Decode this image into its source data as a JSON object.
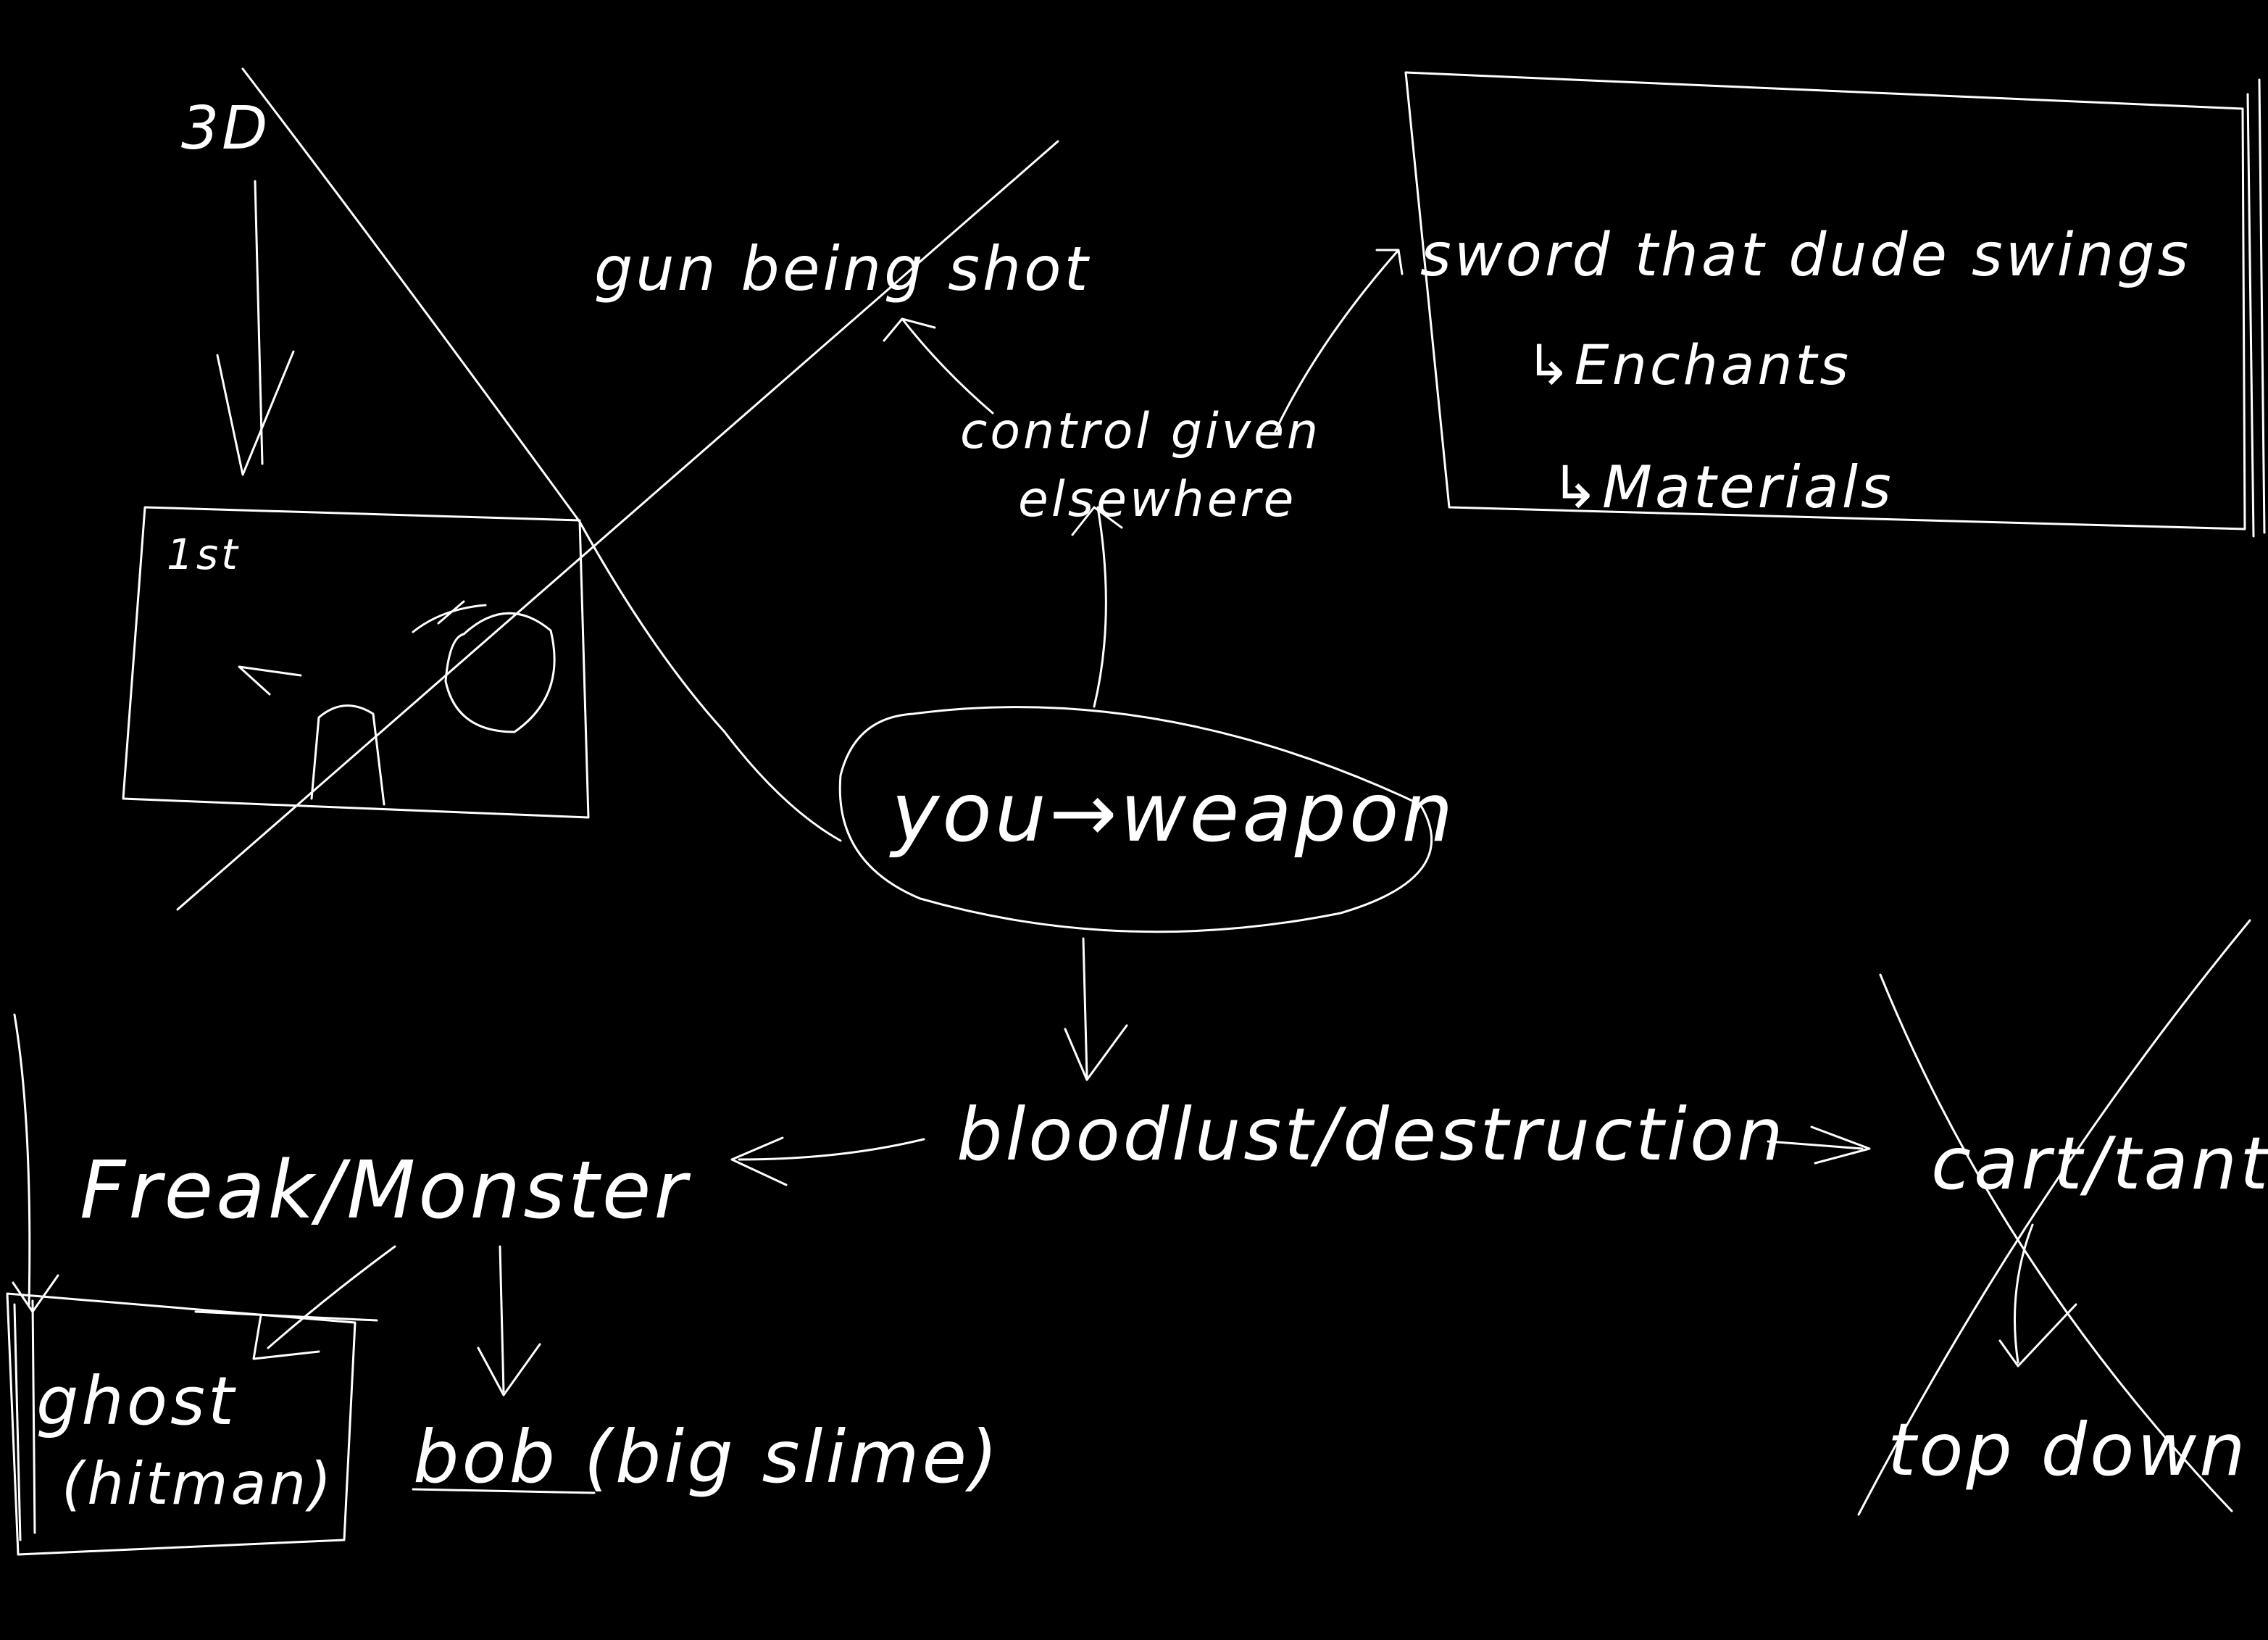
{
  "background_color": "#000000",
  "ink_color": "#ffffff",
  "labels": {
    "three_d": "3D",
    "first_person": "1st",
    "gun": "gun being shot",
    "control": "control given",
    "elsewhere": "elsewhere",
    "sword": "sword that dude swings",
    "enchants": "↳Enchants",
    "materials": "↳Materials",
    "you_weapon": "you→weapon",
    "bloodlust": "bloodlust/destruction",
    "freak": "Freak/Monster",
    "ghost": "ghost",
    "hitman": "(hitman)",
    "bob": "bob (big slime)",
    "top_down_parent": "cart/tanti",
    "top_down": "top down"
  }
}
